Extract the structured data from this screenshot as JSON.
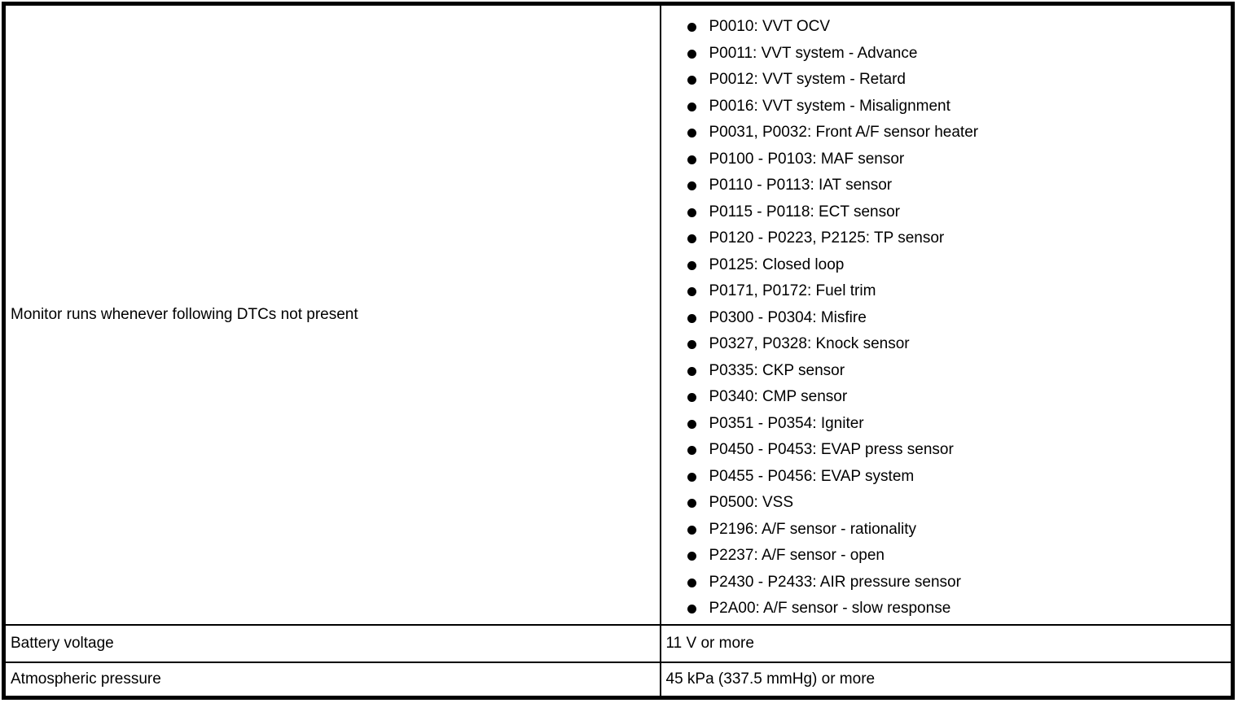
{
  "colors": {
    "border": "#000000",
    "background": "#ffffff",
    "text": "#000000"
  },
  "table": {
    "rows": [
      {
        "label": "Monitor runs whenever following DTCs not present",
        "dtc_items": [
          "P0010: VVT OCV",
          "P0011: VVT system - Advance",
          "P0012: VVT system - Retard",
          "P0016: VVT system - Misalignment",
          "P0031, P0032: Front A/F sensor heater",
          "P0100 - P0103: MAF sensor",
          "P0110 - P0113: IAT sensor",
          "P0115 - P0118: ECT sensor",
          "P0120 - P0223, P2125: TP sensor",
          "P0125: Closed loop",
          "P0171, P0172: Fuel trim",
          "P0300 - P0304: Misfire",
          "P0327, P0328: Knock sensor",
          "P0335: CKP sensor",
          "P0340: CMP sensor",
          "P0351 - P0354: Igniter",
          "P0450 - P0453: EVAP press sensor",
          "P0455 - P0456: EVAP system",
          "P0500: VSS",
          "P2196: A/F sensor - rationality",
          "P2237: A/F sensor - open",
          "P2430 - P2433: AIR pressure sensor",
          "P2A00: A/F sensor - slow response"
        ]
      },
      {
        "label": "Battery voltage",
        "value": "11 V or more"
      },
      {
        "label": "Atmospheric pressure",
        "value": "45 kPa (337.5 mmHg) or more"
      }
    ]
  }
}
